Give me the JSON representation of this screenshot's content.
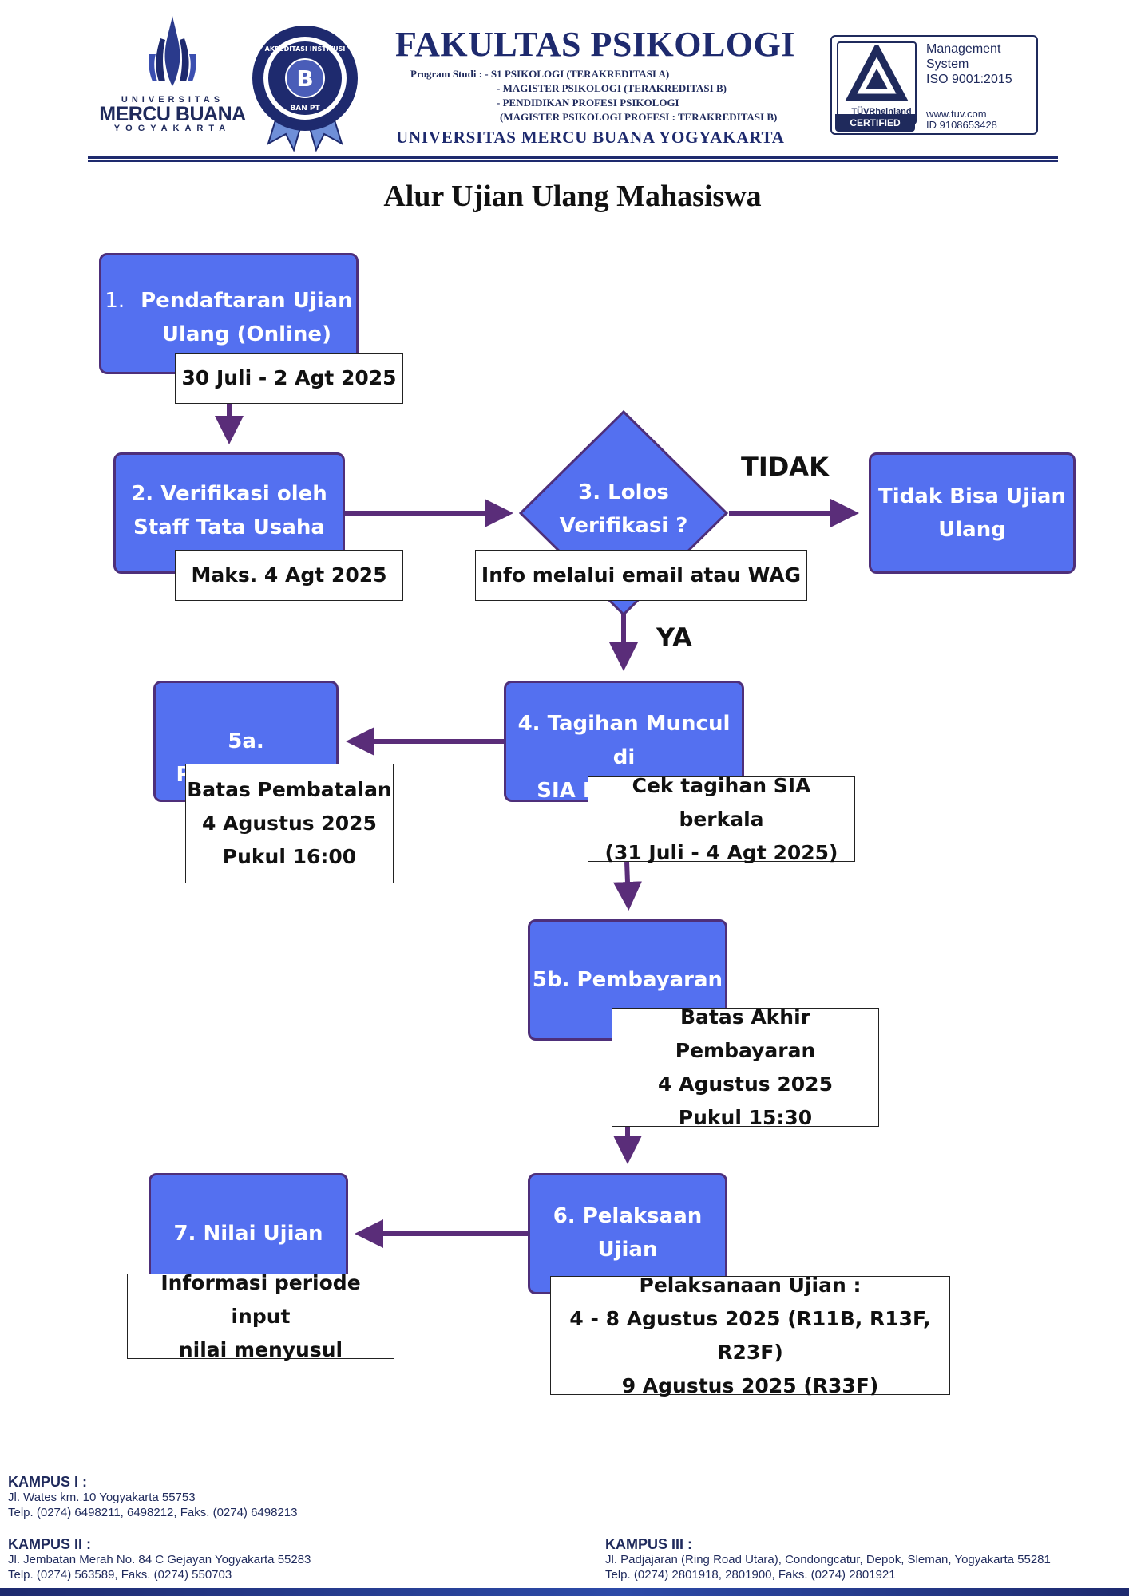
{
  "header": {
    "umby_logo": {
      "line1": "UNIVERSITAS",
      "line2": "MERCU BUANA",
      "line3": "YOGYAKARTA"
    },
    "seal": {
      "top_text": "AKREDITASI INSTITUSI",
      "letter": "B",
      "bottom_text": "BAN PT"
    },
    "faculty_title": "FAKULTAS PSIKOLOGI",
    "program_label": "Program Studi :",
    "programs": [
      "- S1 PSIKOLOGI (TERAKREDITASI A)",
      "- MAGISTER PSIKOLOGI (TERAKREDITASI B)",
      "- PENDIDIKAN PROFESI PSIKOLOGI",
      "(MAGISTER PSIKOLOGI PROFESI : TERAKREDITASI B)"
    ],
    "university_name": "UNIVERSITAS MERCU BUANA YOGYAKARTA",
    "cert": {
      "brand": "TÜVRheinland",
      "certified": "CERTIFIED",
      "ms_line1": "Management",
      "ms_line2": "System",
      "ms_line3": "ISO 9001:2015",
      "web": "www.tuv.com",
      "id": "ID 9108653428"
    }
  },
  "title": "Alur Ujian Ulang Mahasiswa",
  "flow": {
    "step1_num": "1.",
    "step1": "Pendaftaran Ujian\nUlang (Online)",
    "step1_note": "30 Juli - 2 Agt 2025",
    "step2": "2. Verifikasi oleh\nStaff Tata Usaha",
    "step2_note": "Maks. 4 Agt 2025",
    "step3": "3. Lolos\nVerifikasi ?",
    "step3_note": "Info melalui email atau WAG",
    "tidak": "TIDAK",
    "tidak_result": "Tidak Bisa Ujian\nUlang",
    "ya": "YA",
    "step4": "4. Tagihan Muncul di\nSIA Mahasiswa",
    "step4_note": "Cek tagihan SIA berkala\n(31 Juli - 4 Agt 2025)",
    "step5a": "5a. Pembatalan",
    "step5a_note": "Batas Pembatalan\n4 Agustus 2025\nPukul 16:00",
    "step5b": "5b. Pembayaran",
    "step5b_note": "Batas Akhir Pembayaran\n4 Agustus 2025\nPukul 15:30",
    "step6": "6. Pelaksaan\nUjian",
    "step6_note": "Pelaksanaan Ujian :\n4 - 8 Agustus 2025 (R11B, R13F, R23F)\n9 Agustus 2025 (R33F)",
    "step7": "7. Nilai Ujian",
    "step7_note": "Informasi periode input\nnilai menyusul"
  },
  "footer": {
    "k1_title": "KAMPUS I :",
    "k1_addr": "Jl. Wates km. 10 Yogyakarta 55753",
    "k1_tel": "Telp. (0274) 6498211, 6498212, Faks. (0274) 6498213",
    "k2_title": "KAMPUS II :",
    "k2_addr": "Jl. Jembatan Merah No. 84 C Gejayan Yogyakarta 55283",
    "k2_tel": "Telp. (0274) 563589, Faks. (0274) 550703",
    "k3_title": "KAMPUS III :",
    "k3_addr": "Jl. Padjajaran (Ring Road Utara), Condongcatur, Depok, Sleman, Yogyakarta 55281",
    "k3_tel": "Telp. (0274) 2801918, 2801900, Faks. (0274) 2801921"
  },
  "colors": {
    "step_fill": "#5470f0",
    "step_border": "#4e2f7a",
    "arrow": "#5a2d79",
    "navy": "#1e2a6e"
  }
}
